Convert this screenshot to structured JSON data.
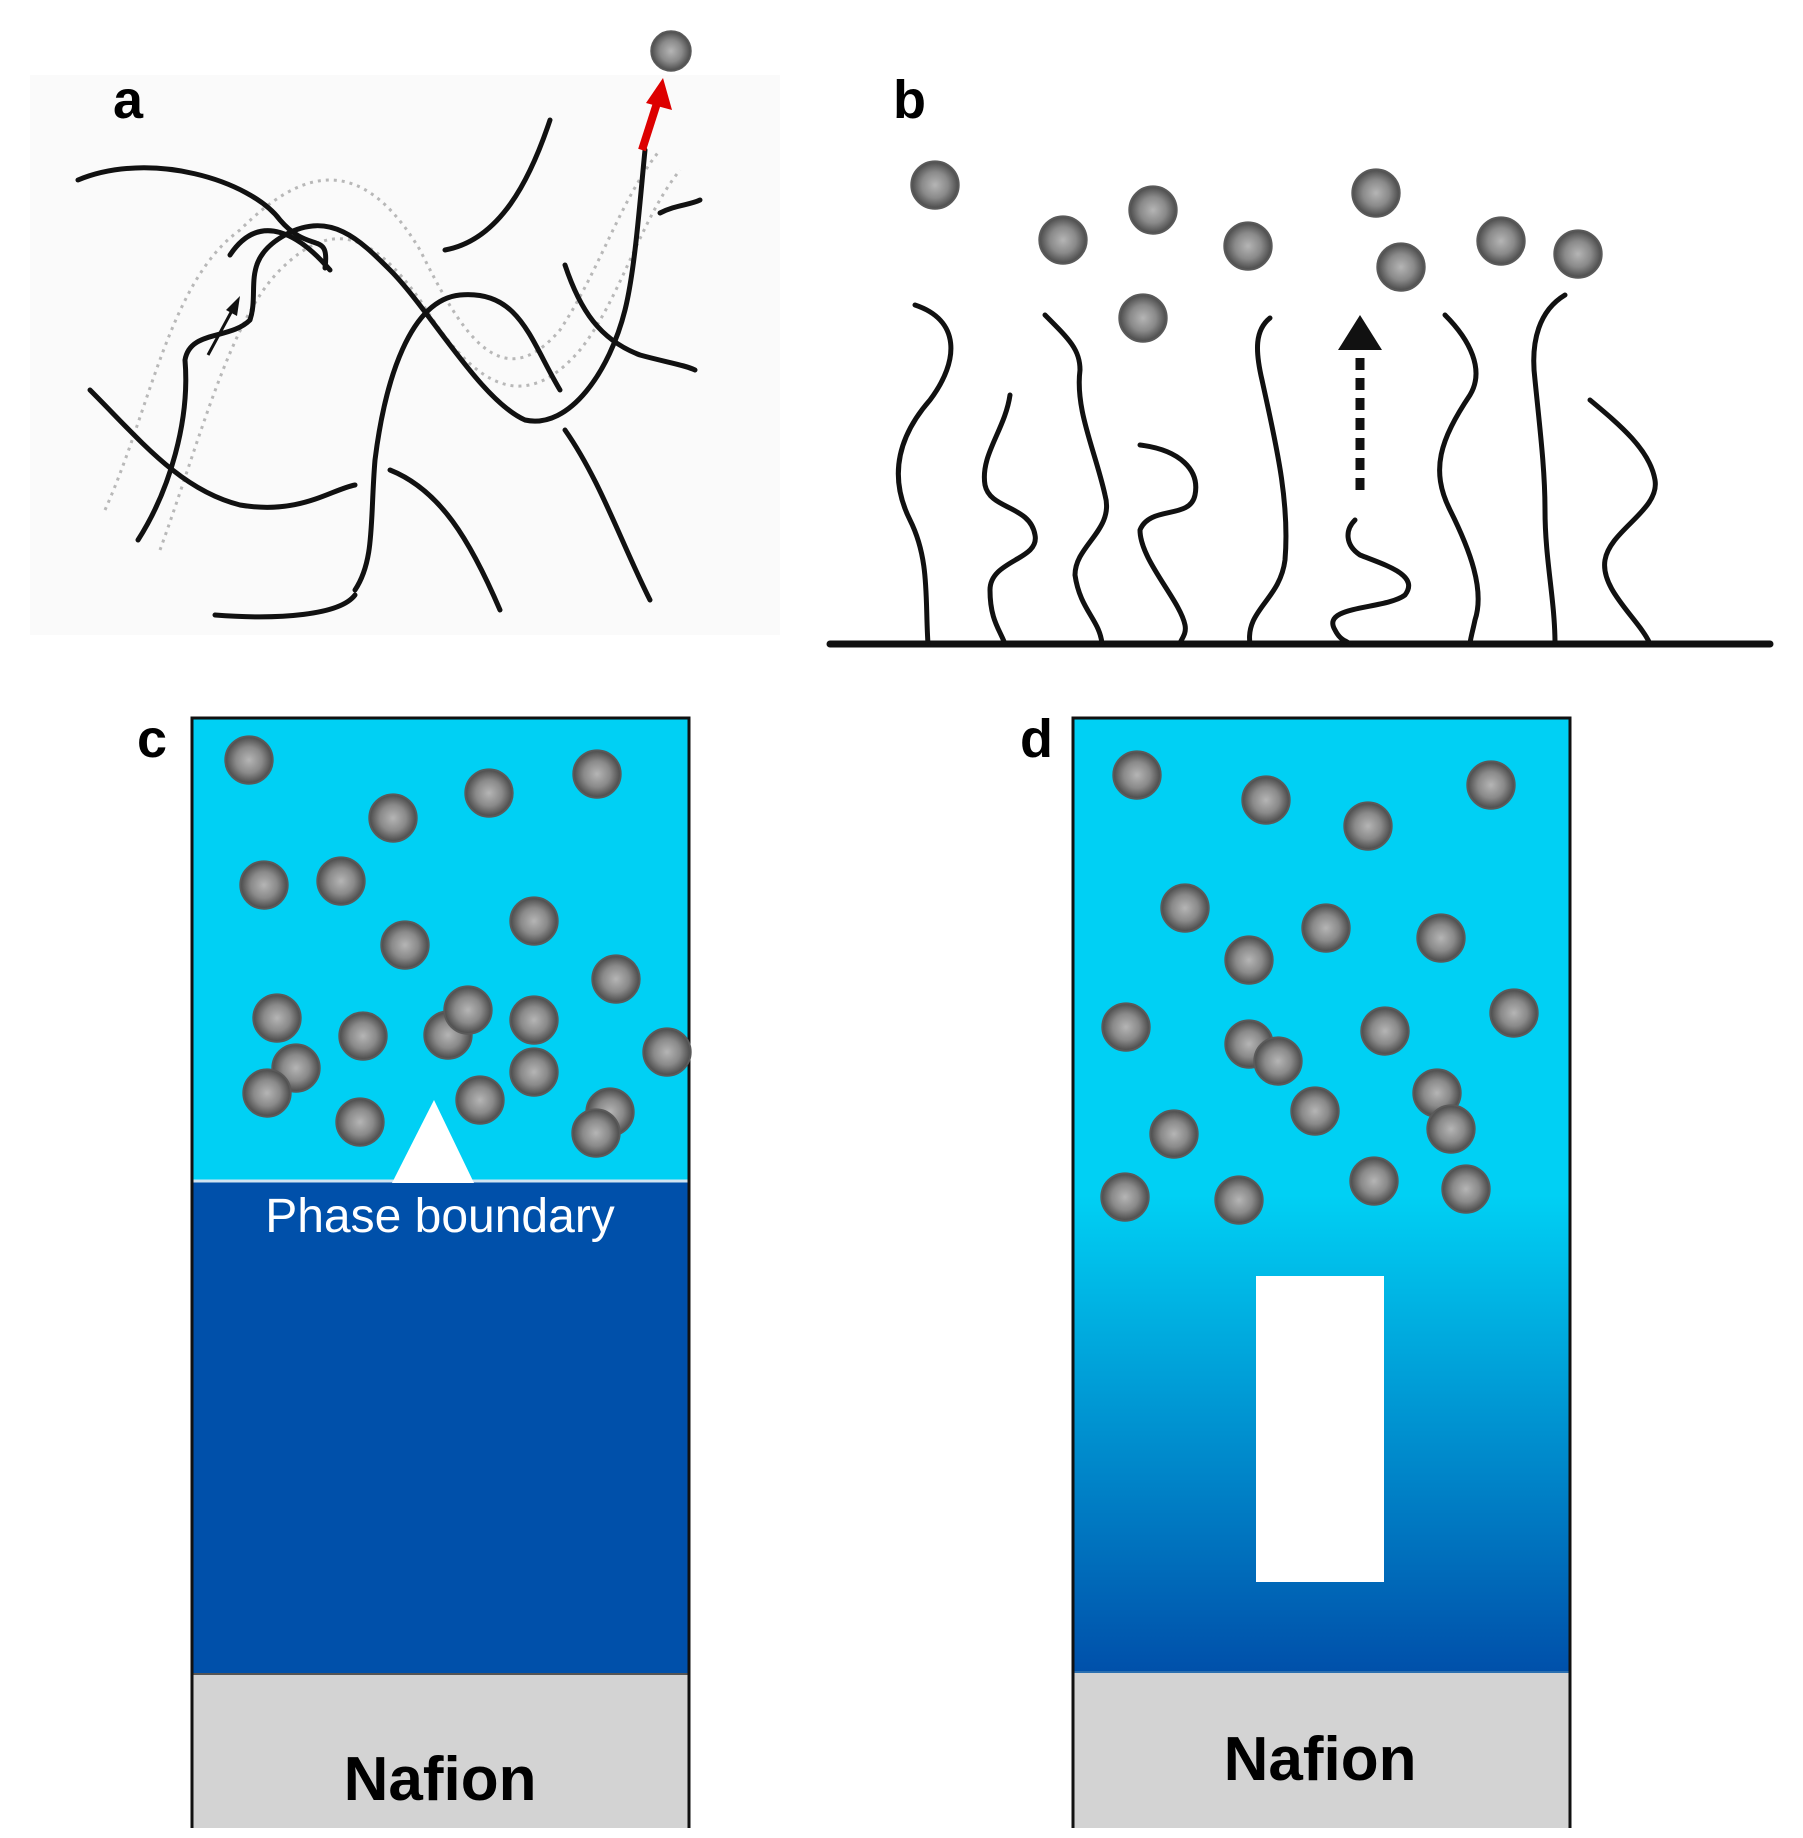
{
  "panels": {
    "a": {
      "letter": "a"
    },
    "b": {
      "letter": "b"
    },
    "c": {
      "letter": "c",
      "boundary_label": "Phase boundary",
      "base_label": "Nafion"
    },
    "d": {
      "letter": "d",
      "base_label": "Nafion"
    }
  },
  "colors": {
    "solution": "#00d0f4",
    "membrane": "#0050aa",
    "nafion_layer": "#d3d3d3",
    "particle": "#808080",
    "arrow_highlight": "#dd0000",
    "chain": "#111111"
  },
  "icons": {
    "particle": "grey-sphere-icon",
    "escape_arrow": "red-arrow-icon",
    "diffusion_arrow": "dashed-arrow-icon"
  }
}
